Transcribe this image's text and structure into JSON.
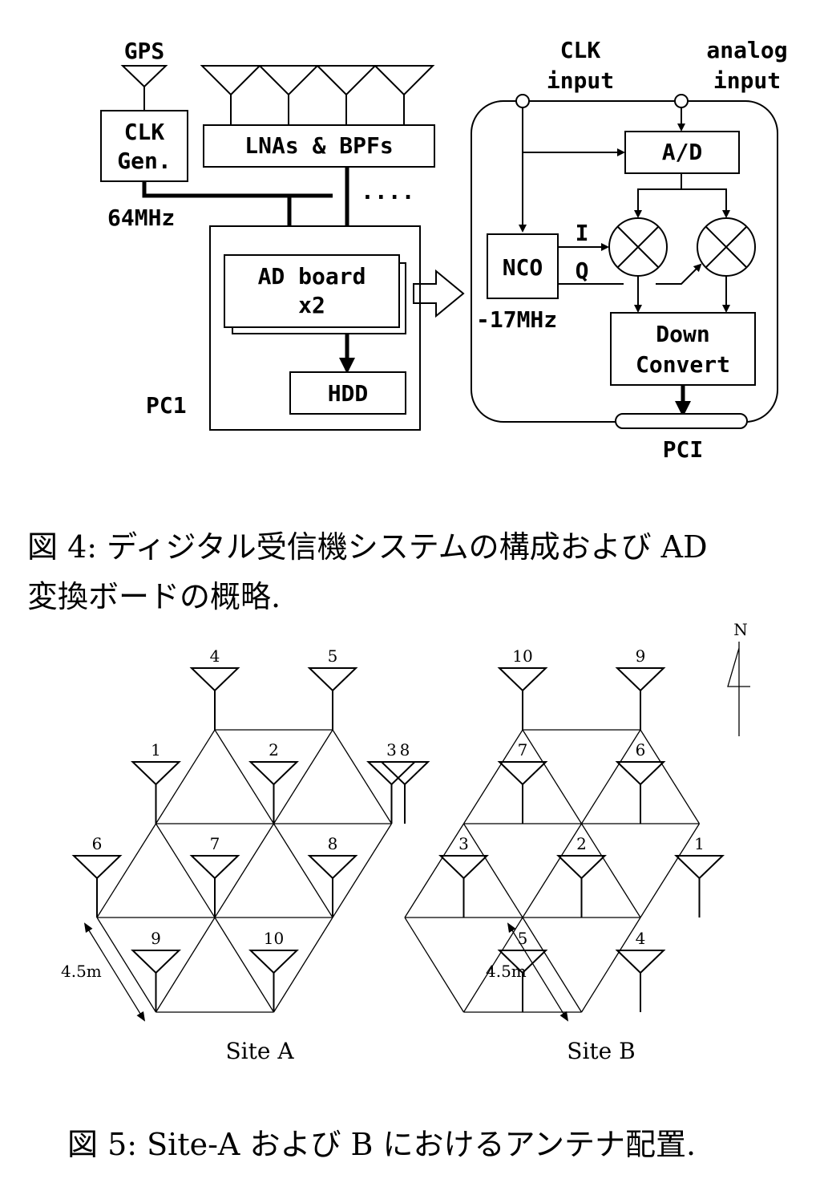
{
  "fig4": {
    "labels": {
      "gps": "GPS",
      "clk_gen_1": "CLK",
      "clk_gen_2": "Gen.",
      "lnas": "LNAs & BPFs",
      "freq64": "64MHz",
      "dots": "....",
      "ad_board_1": "AD board",
      "ad_board_2": "x2",
      "hdd": "HDD",
      "pc1": "PC1",
      "clk_input_1": "CLK",
      "clk_input_2": "input",
      "analog_input_1": "analog",
      "analog_input_2": "input",
      "ad": "A/D",
      "nco": "NCO",
      "i": "I",
      "q": "Q",
      "nco_freq": "-17MHz",
      "down_1": "Down",
      "down_2": "Convert",
      "pci": "PCI"
    },
    "caption_line1": "図 4: ディジタル受信機システムの構成および AD",
    "caption_line2": "変換ボードの概略."
  },
  "fig5": {
    "site_a": {
      "label": "Site A",
      "antennas": [
        {
          "n": "4",
          "row": 0,
          "col": 1
        },
        {
          "n": "5",
          "row": 0,
          "col": 2
        },
        {
          "n": "1",
          "row": 1,
          "col": 0.5
        },
        {
          "n": "2",
          "row": 1,
          "col": 1.5
        },
        {
          "n": "3",
          "row": 1,
          "col": 2.5
        },
        {
          "n": "6",
          "row": 2,
          "col": 0
        },
        {
          "n": "7",
          "row": 2,
          "col": 1
        },
        {
          "n": "8",
          "row": 2,
          "col": 2
        },
        {
          "n": "9",
          "row": 3,
          "col": 0.5
        },
        {
          "n": "10",
          "row": 3,
          "col": 1.5
        }
      ],
      "distance": "4.5m"
    },
    "site_b": {
      "label": "Site B",
      "antennas": [
        {
          "n": "10",
          "row": 0,
          "col": 1
        },
        {
          "n": "9",
          "row": 0,
          "col": 2
        },
        {
          "n": "8",
          "row": 1,
          "col": 0
        },
        {
          "n": "7",
          "row": 1,
          "col": 1
        },
        {
          "n": "6",
          "row": 1,
          "col": 2
        },
        {
          "n": "3",
          "row": 2,
          "col": 0.5
        },
        {
          "n": "2",
          "row": 2,
          "col": 1.5
        },
        {
          "n": "1",
          "row": 2,
          "col": 2.5
        },
        {
          "n": "5",
          "row": 3,
          "col": 1
        },
        {
          "n": "4",
          "row": 3,
          "col": 2
        }
      ],
      "distance": "4.5m"
    },
    "north": "N",
    "caption": "図 5: Site-A および B におけるアンテナ配置."
  }
}
